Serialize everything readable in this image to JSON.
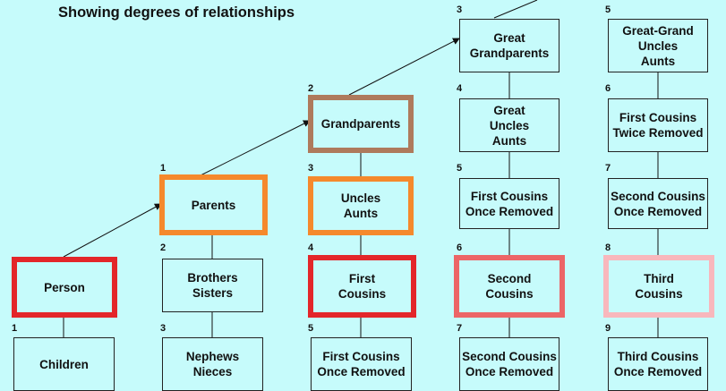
{
  "title": "Showing degrees of relationships",
  "colors": {
    "background": "#c6fbfb",
    "person_border": "#e3262a",
    "parents_border": "#f5892c",
    "grandparents_border": "#ae7a5c",
    "uncles_aunts_border": "#f5892c",
    "first_cousins_border": "#e3262a",
    "second_cousins_border": "#ec6567",
    "third_cousins_border": "#f8b7bc"
  },
  "nodes": {
    "person": {
      "label": "Person",
      "degree": ""
    },
    "children": {
      "label": "Children",
      "degree": "1"
    },
    "parents": {
      "label": "Parents",
      "degree": "1"
    },
    "brothers_sisters": {
      "label": "Brothers\nSisters",
      "degree": "2"
    },
    "nephews_nieces": {
      "label": "Nephews\nNieces",
      "degree": "3"
    },
    "grandparents": {
      "label": "Grandparents",
      "degree": "2"
    },
    "uncles_aunts": {
      "label": "Uncles\nAunts",
      "degree": "3"
    },
    "first_cousins": {
      "label": "First\nCousins",
      "degree": "4"
    },
    "first_cousins_once_removed_a": {
      "label": "First Cousins\nOnce Removed",
      "degree": "5"
    },
    "great_grandparents": {
      "label": "Great\nGrandparents",
      "degree": "3"
    },
    "great_uncles_aunts": {
      "label": "Great\nUncles\nAunts",
      "degree": "4"
    },
    "first_cousins_once_removed_b": {
      "label": "First Cousins\nOnce Removed",
      "degree": "5"
    },
    "second_cousins": {
      "label": "Second\nCousins",
      "degree": "6"
    },
    "second_cousins_once_removed_a": {
      "label": "Second Cousins\nOnce Removed",
      "degree": "7"
    },
    "great_grand_uncles_aunts": {
      "label": "Great-Grand\nUncles\nAunts",
      "degree": "5"
    },
    "first_cousins_twice_removed": {
      "label": "First Cousins\nTwice Removed",
      "degree": "6"
    },
    "second_cousins_once_removed_b": {
      "label": "Second Cousins\nOnce Removed",
      "degree": "7"
    },
    "third_cousins": {
      "label": "Third\nCousins",
      "degree": "8"
    },
    "third_cousins_once_removed": {
      "label": "Third Cousins\nOnce Removed",
      "degree": "9"
    }
  }
}
